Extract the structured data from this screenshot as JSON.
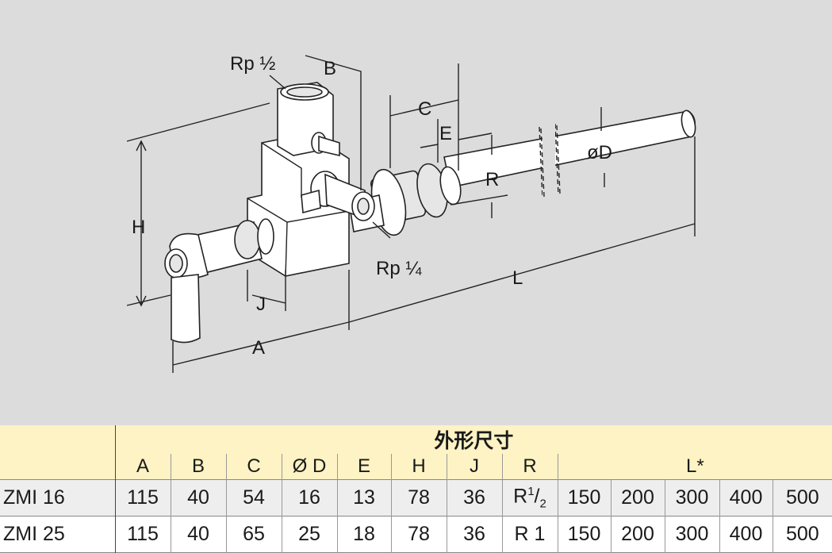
{
  "drawing": {
    "labels": {
      "rp_half": "Rp ½",
      "rp_quarter": "Rp ¼",
      "b": "B",
      "c": "C",
      "e": "E",
      "r": "R",
      "od": "øD",
      "h": "H",
      "l": "L",
      "j": "J",
      "a": "A"
    }
  },
  "table": {
    "title": "外形尺寸",
    "columns": [
      "A",
      "B",
      "C",
      "Ø D",
      "E",
      "H",
      "J",
      "R",
      "L*"
    ],
    "rows": [
      {
        "model": "ZMI 16",
        "a": "115",
        "b": "40",
        "c": "54",
        "d": "16",
        "e": "13",
        "h": "78",
        "j": "36",
        "r_main": "R",
        "r_sup": "1",
        "r_sub": "2",
        "l": [
          "150",
          "200",
          "300",
          "400",
          "500"
        ]
      },
      {
        "model": "ZMI 25",
        "a": "115",
        "b": "40",
        "c": "65",
        "d": "25",
        "e": "18",
        "h": "78",
        "j": "36",
        "r_main": "R 1",
        "l": [
          "150",
          "200",
          "300",
          "400",
          "500"
        ]
      }
    ]
  }
}
